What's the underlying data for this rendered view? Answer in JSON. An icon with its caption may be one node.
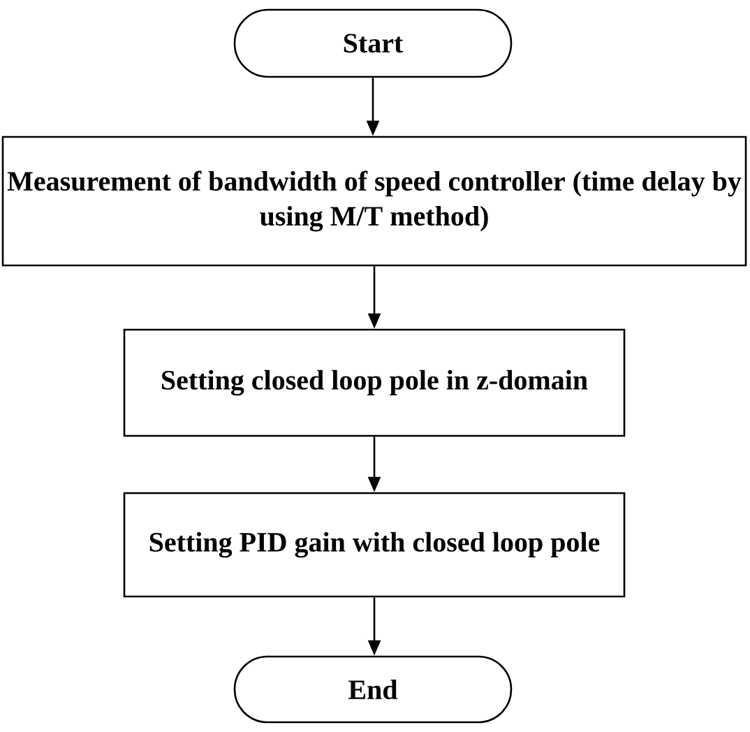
{
  "diagram": {
    "nodes": [
      {
        "text": [
          "Start"
        ]
      },
      {
        "text": [
          "Measurement of bandwidth of speed controller (time delay by using M/T method)"
        ]
      },
      {
        "text": [
          "Setting closed loop pole in z-domain"
        ]
      },
      {
        "text": [
          "Setting PID gain with closed loop pole"
        ]
      },
      {
        "text": [
          "End"
        ]
      }
    ],
    "edges": [
      {
        "from": 0,
        "to": 1,
        "arrow": "to"
      },
      {
        "from": 1,
        "to": 2,
        "arrow": "to"
      },
      {
        "from": 2,
        "to": 3,
        "arrow": "to"
      },
      {
        "from": 3,
        "to": 4,
        "arrow": "to"
      }
    ]
  }
}
